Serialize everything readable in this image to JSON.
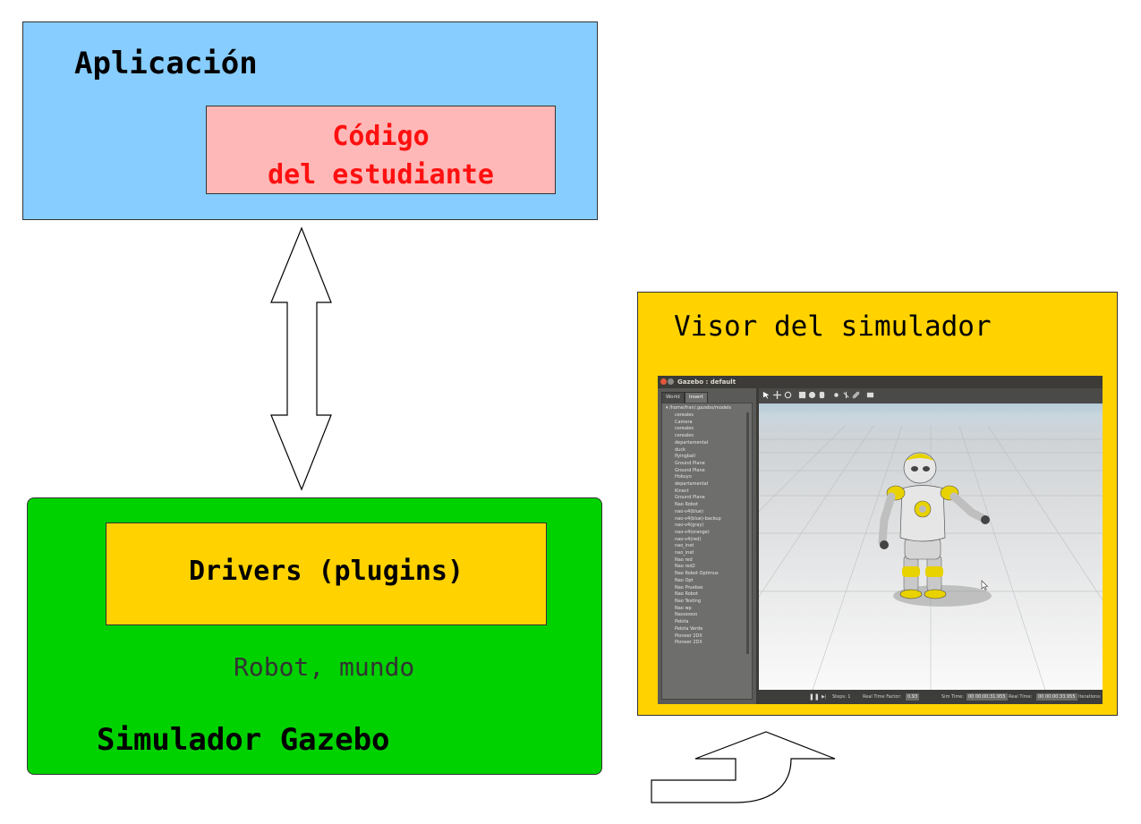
{
  "aplicacion": {
    "title": "Aplicación",
    "code_line1": "Código",
    "code_line2": "del estudiante",
    "bg_color": "#87cdff",
    "code_bg_color": "#ffb8b8",
    "code_text_color": "#ff1010"
  },
  "gazebo": {
    "title": "Simulador Gazebo",
    "drivers_label": "Drivers (plugins)",
    "robot_label": "Robot, mundo",
    "bg_color": "#00d200",
    "drivers_bg_color": "#ffd200"
  },
  "visor": {
    "title": "Visor del simulador",
    "bg_color": "#ffd200",
    "screenshot": {
      "window_title": "Gazebo : default",
      "tabs": [
        "World",
        "Insert"
      ],
      "tree_root": "/home/fran/.gazebo/models",
      "models": [
        "cereales",
        "Camera",
        "cereales",
        "cereales",
        "departamental",
        "duck",
        "flyingball",
        "Ground Plane",
        "Ground Plane",
        "Hokuyo",
        "departamental",
        "Kinect",
        "Ground Plane",
        "Nao Robot",
        "nao-v4(blue)",
        "nao-v4(blue)-backup",
        "nao-v4(gray)",
        "nao-v4(orange)",
        "nao-v4(red)",
        "nao_inet",
        "nao_inet",
        "Nao red",
        "Nao red2",
        "Nao Robot Optimus",
        "Nao Opt",
        "Nao Pruebas",
        "Nao Robot",
        "Nao Testing",
        "Nao wp",
        "Naoooooo",
        "Pelota",
        "Pelota Verde",
        "Pioneer 2DX",
        "Pioneer 2DX"
      ],
      "status": {
        "steps_label": "Steps: 1",
        "rtf_label": "Real Time Factor:",
        "rtf_value": "0.93",
        "sim_time_label": "Sim Time:",
        "sim_time_value": "00 00:00:31.955",
        "real_time_label": "Real Time:",
        "real_time_value": "00 00:00:33.955",
        "iterations_label": "Iterations:"
      }
    }
  }
}
